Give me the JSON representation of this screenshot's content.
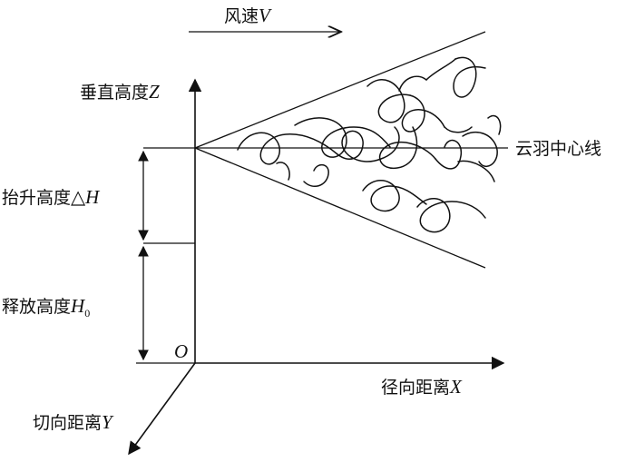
{
  "labels": {
    "wind": "风速",
    "wind_var": "V",
    "vertical_height": "垂直高度",
    "vertical_var": "Z",
    "plume_centerline": "云羽中心线",
    "lift_height": "抬升高度",
    "lift_var": "△H",
    "release_height": "释放高度",
    "release_var": "H",
    "release_sub": "0",
    "origin": "O",
    "radial_distance": "径向距离",
    "radial_var": "X",
    "tangential_distance": "切向距离",
    "tangential_var": "Y"
  }
}
